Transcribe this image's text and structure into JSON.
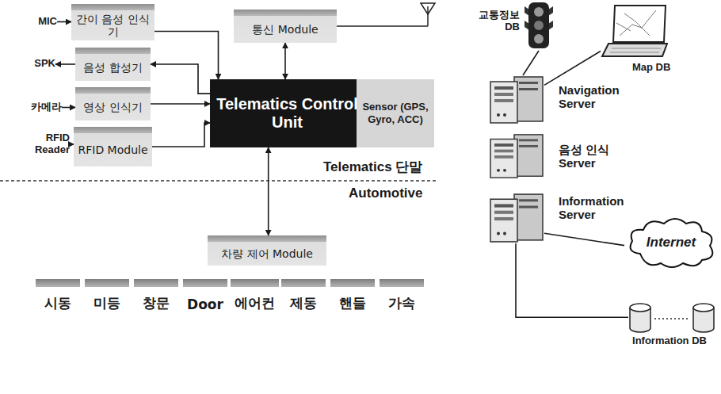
{
  "diagram": {
    "nodes": [
      {
        "text": [
          "MIC"
        ]
      },
      {
        "text": [
          "간이 음성 인식기"
        ]
      },
      {
        "text": [
          "통신 Module"
        ]
      },
      {
        "text": [
          "SPK"
        ]
      },
      {
        "text": [
          "음성 합성기"
        ]
      },
      {
        "text": [
          "카메라"
        ]
      },
      {
        "text": [
          "영상 인식기"
        ]
      },
      {
        "text": [
          "Telematics Control Unit"
        ]
      },
      {
        "text": [
          "Sensor (GPS, Gyro, ACC)"
        ]
      },
      {
        "text": [
          "RFID Reader"
        ]
      },
      {
        "text": [
          "RFID Module"
        ]
      },
      {
        "text": [
          "차량 제어 Module"
        ]
      },
      {
        "text": [
          "시동"
        ]
      },
      {
        "text": [
          "미등"
        ]
      },
      {
        "text": [
          "창문"
        ]
      },
      {
        "text": [
          "Door"
        ]
      },
      {
        "text": [
          "에어컨"
        ]
      },
      {
        "text": [
          "제동"
        ]
      },
      {
        "text": [
          "핸들"
        ]
      },
      {
        "text": [
          "가속"
        ]
      },
      {
        "text": [
          "교통정보 DB"
        ]
      },
      {
        "text": [
          "Map DB"
        ]
      },
      {
        "text": [
          "Navigation Server"
        ]
      },
      {
        "text": [
          "음성 인식 Server"
        ]
      },
      {
        "text": [
          "Information Server"
        ]
      },
      {
        "text": [
          "Internet"
        ]
      },
      {
        "text": [
          "Information DB"
        ]
      }
    ],
    "edges": [
      {
        "from": 0,
        "to": 1,
        "arrow": "to"
      },
      {
        "from": 1,
        "to": 7,
        "arrow": "to"
      },
      {
        "from": 7,
        "to": 4,
        "arrow": "to"
      },
      {
        "from": 4,
        "to": 3,
        "arrow": "to"
      },
      {
        "from": 5,
        "to": 6,
        "arrow": "to"
      },
      {
        "from": 6,
        "to": 7,
        "arrow": "to"
      },
      {
        "from": 9,
        "to": 10,
        "arrow": "to"
      },
      {
        "from": 10,
        "to": 7,
        "arrow": "to"
      },
      {
        "from": 2,
        "to": 7,
        "arrow": "both"
      },
      {
        "from": 7,
        "to": 11,
        "arrow": "both"
      },
      {
        "from": 20,
        "to": 22,
        "arrow": "none"
      },
      {
        "from": 21,
        "to": 22,
        "arrow": "none"
      },
      {
        "from": 24,
        "to": 25,
        "arrow": "none"
      },
      {
        "from": 24,
        "to": 26,
        "arrow": "none"
      }
    ],
    "labels": [
      "Telematics 단말",
      "Automotive"
    ]
  }
}
